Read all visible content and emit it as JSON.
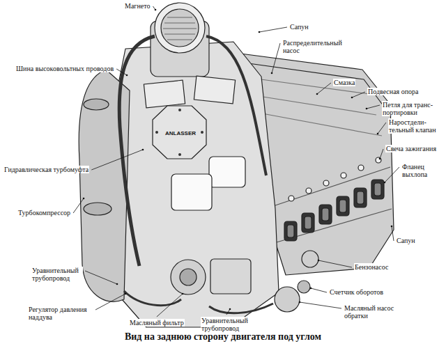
{
  "diagram": {
    "caption": "Вид на заднюю сторону двигателя под углом",
    "labels": [
      "Магнето",
      "Сапун",
      "Распределительный насос",
      "Смазка",
      "Шина высоковольтных проводов",
      "Подвесная опора",
      "Петля для транс- портировки",
      "Наростдели- тельный клапан",
      "Свеча зажигания",
      "Фланец выхлопа",
      "Гидравлическая турбомуфта",
      "Турбокомпрессор",
      "Сапун",
      "Уравнительный трубопровод",
      "Бензонасос",
      "Счетчик оборотов",
      "Регулятор давления наддува",
      "Масляный насос обратки",
      "Масляный фильтр",
      "Уравнительный трубопровод",
      "ANLASSER"
    ]
  }
}
